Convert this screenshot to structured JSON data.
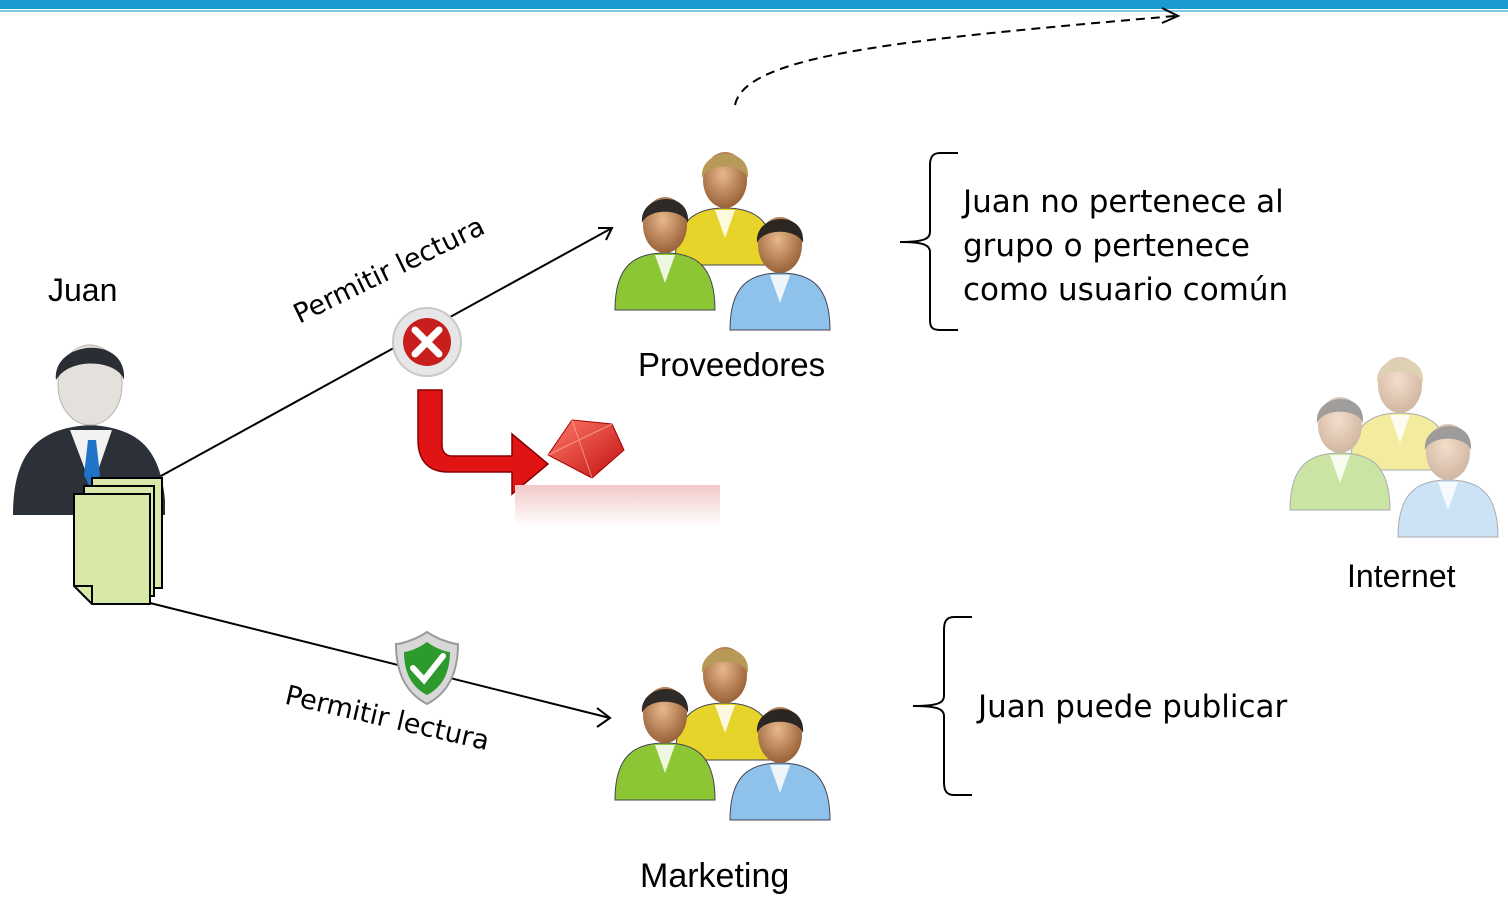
{
  "actor": {
    "name": "Juan"
  },
  "groups": {
    "proveedores": "Proveedores",
    "marketing": "Marketing",
    "internet": "Internet"
  },
  "edges": {
    "to_proveedores": "Permitir lectura",
    "to_marketing": "Permitir lectura"
  },
  "notes": {
    "proveedores": [
      "Juan no pertenece al",
      "grupo o pertenece",
      "como usuario común"
    ],
    "marketing": "Juan puede publicar"
  },
  "colors": {
    "accent": "#1a9ad1",
    "deny": "#d62020",
    "allow": "#2d9a2d"
  },
  "icons": [
    "user-icon",
    "documents-icon",
    "group-icon",
    "deny-icon",
    "allow-shield-icon",
    "redirect-arrow-icon",
    "red-gem-icon"
  ]
}
